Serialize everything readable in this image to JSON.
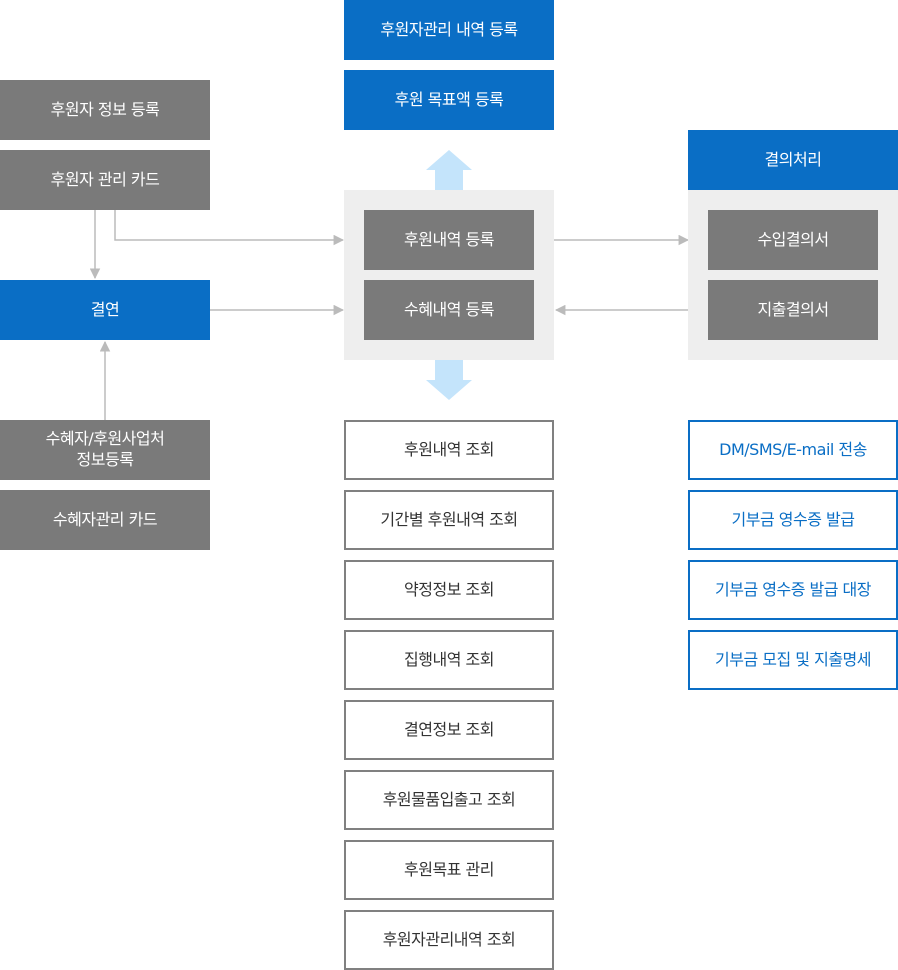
{
  "left": {
    "donor_register": "후원자 정보 등록",
    "donor_card": "후원자 관리 카드",
    "match": "결연",
    "beneficiary_register": "수혜자/후원사업처\n정보등록",
    "beneficiary_card": "수혜자관리 카드"
  },
  "center": {
    "top_manage": "후원자관리 내역 등록",
    "top_goal": "후원 목표액 등록",
    "sponsor_history": "후원내역 등록",
    "benefit_history": "수혜내역 등록",
    "queries": [
      "후원내역 조회",
      "기간별 후원내역 조회",
      "약정정보 조회",
      "집행내역 조회",
      "결연정보 조회",
      "후원물품입출고 조회",
      "후원목표 관리",
      "후원자관리내역 조회"
    ]
  },
  "right": {
    "resolution": "결의처리",
    "income": "수입결의서",
    "expense": "지출결의서",
    "outputs": [
      "DM/SMS/E-mail 전송",
      "기부금 영수증 발급",
      "기부금 영수증 발급 대장",
      "기부금 모집 및 지출명세"
    ]
  },
  "colors": {
    "blue": "#0a6ec5",
    "gray": "#7a7a7a",
    "panel": "#eeeeee",
    "arrow_light": "#c4e4fb",
    "connector": "#bbbbbb"
  }
}
